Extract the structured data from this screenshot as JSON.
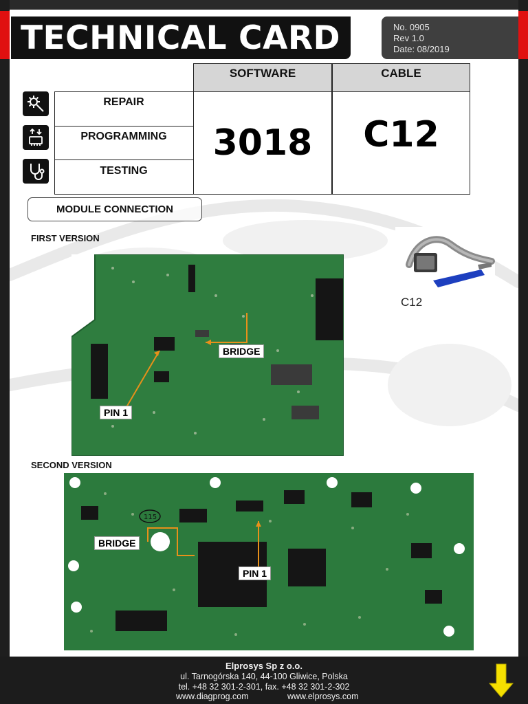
{
  "header": {
    "title": "TECHNICAL CARD",
    "number": "No. 0905",
    "revision": "Rev 1.0",
    "date": "Date: 08/2019"
  },
  "table": {
    "software_header": "SOFTWARE",
    "cable_header": "CABLE",
    "rows": [
      "REPAIR",
      "PROGRAMMING",
      "TESTING"
    ],
    "software_value": "3018",
    "cable_value": "C12"
  },
  "icons": [
    "repair-icon",
    "programming-icon",
    "testing-icon"
  ],
  "module_connection": "MODULE CONNECTION",
  "first_version": {
    "label": "FIRST VERSION",
    "bridge_label": "BRIDGE",
    "pin_label": "PIN 1"
  },
  "cable_image": {
    "label": "C12"
  },
  "second_version": {
    "label": "SECOND VERSION",
    "bridge_label": "BRIDGE",
    "pin_label": "PIN 1",
    "silkscreen": "115"
  },
  "footer": {
    "company": "Elprosys Sp z o.o.",
    "address": "ul. Tarnogórska 140, 44-100 Gliwice, Polska",
    "phone": "tel. +48 32 301-2-301, fax. +48 32 301-2-302",
    "site1": "www.diagprog.com",
    "site2": "www.elprosys.com"
  },
  "colors": {
    "accent_red": "#e01010",
    "arrow_yellow": "#f5e000",
    "pcb_green": "#2f7d3f",
    "callout_arrow": "#e8901a"
  }
}
